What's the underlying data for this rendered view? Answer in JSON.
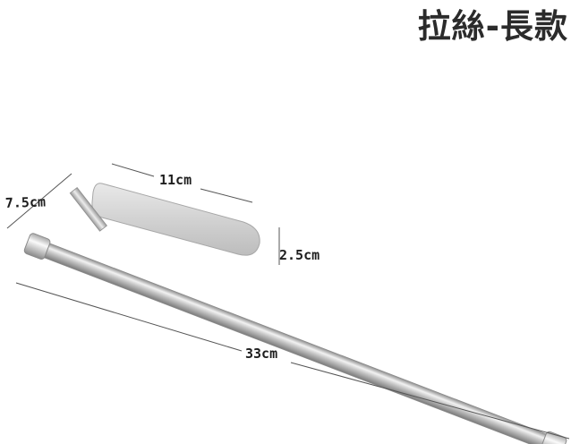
{
  "title": "拉絲-長款",
  "dimensions": {
    "depth": "7.5cm",
    "plate_width": "11cm",
    "plate_height": "2.5cm",
    "bar_length": "33cm"
  }
}
